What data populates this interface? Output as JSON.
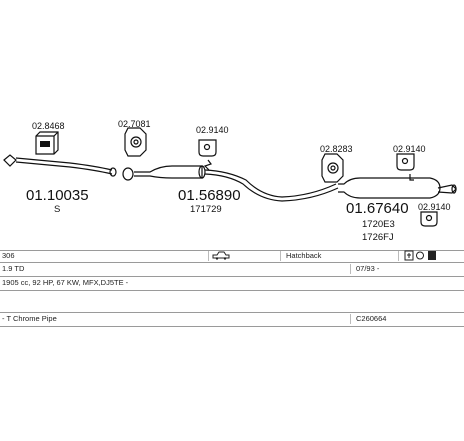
{
  "parts": {
    "front_pipe": {
      "code": "01.10035",
      "sub": "S"
    },
    "front_pipe_accessory": {
      "code": "02.8468"
    },
    "front_clamp": {
      "code": "02.7081"
    },
    "middle_silencer": {
      "code": "01.56890",
      "sub": "171729"
    },
    "middle_hanger": {
      "code": "02.9140"
    },
    "middle_clamp": {
      "code": "02.8283"
    },
    "rear_silencer": {
      "code": "01.67640",
      "sub1": "1720E3",
      "sub2": "1726FJ"
    },
    "rear_hanger_top": {
      "code": "02.9140"
    },
    "rear_hanger_bottom": {
      "code": "02.9140"
    }
  },
  "info": {
    "model": "306",
    "body": "Hatchback",
    "engine": "1.9 TD",
    "date": "07/93 -",
    "specs": "1905 cc, 92 HP, 67 KW, MFX,DJ5TE -",
    "pipe_type": "- T Chrome Pipe",
    "kit_code": "C260664"
  },
  "icons": {
    "car": "car-icon",
    "info": "info-icons"
  }
}
